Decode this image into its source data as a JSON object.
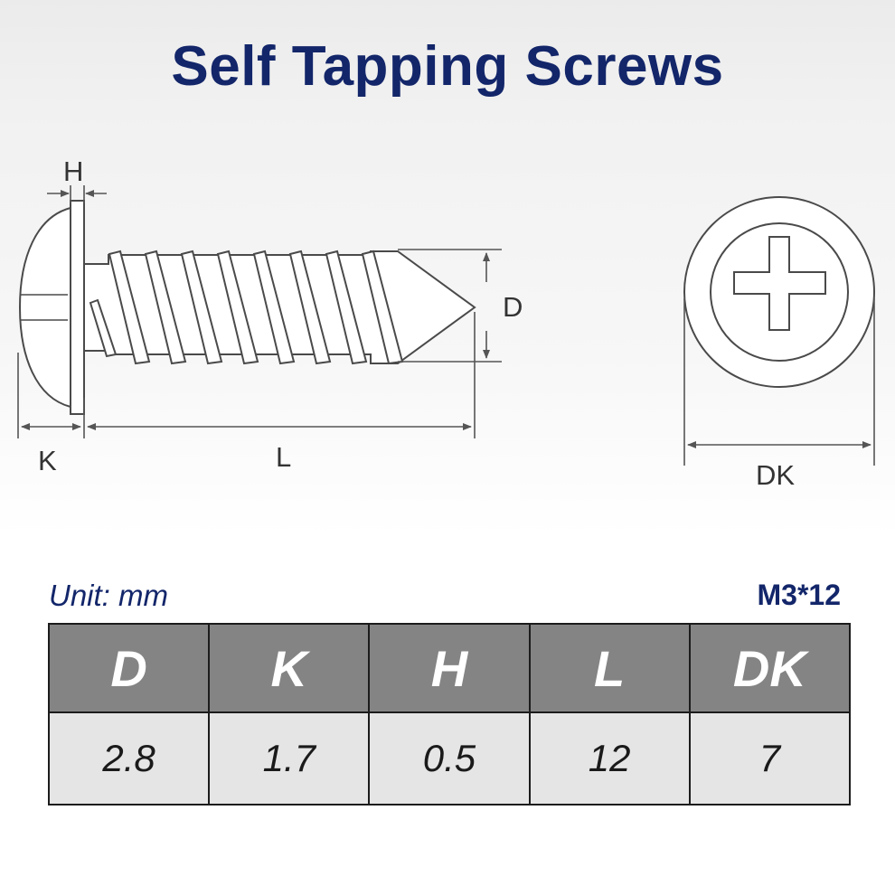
{
  "title": "Self Tapping Screws",
  "diagram": {
    "labels": {
      "H": "H",
      "D": "D",
      "K": "K",
      "L": "L",
      "DK": "DK"
    }
  },
  "unit_label": "Unit: mm",
  "model": "M3*12",
  "table": {
    "headers": [
      "D",
      "K",
      "H",
      "L",
      "DK"
    ],
    "values": [
      "2.8",
      "1.7",
      "0.5",
      "12",
      "7"
    ]
  },
  "colors": {
    "title": "#13266a",
    "header_bg": "#848484",
    "cell_bg": "#e5e5e5"
  }
}
